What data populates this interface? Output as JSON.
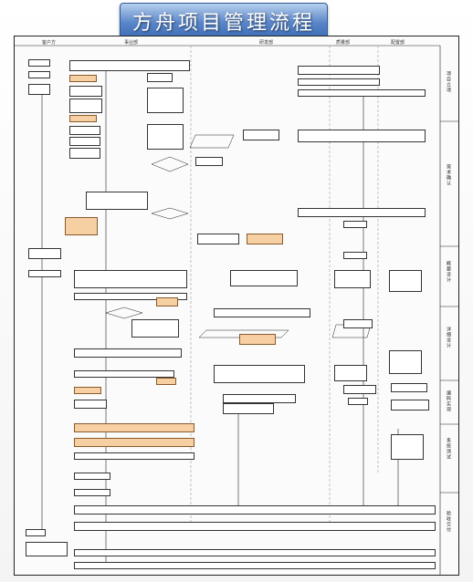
{
  "title": "方舟项目管理流程",
  "lanes": [
    "客户方",
    "事业部",
    "研发部",
    "质量部",
    "配置部"
  ],
  "stages": [
    "项目立项",
    "需求确认",
    "概要设计",
    "详细设计",
    "编码实现",
    "系统测试",
    "验收交付"
  ],
  "colors": {
    "banner_top": "#b7d0ee",
    "banner_bottom": "#3c6db6",
    "highlight_box": "#f6cfa2",
    "stroke": "#222222"
  }
}
